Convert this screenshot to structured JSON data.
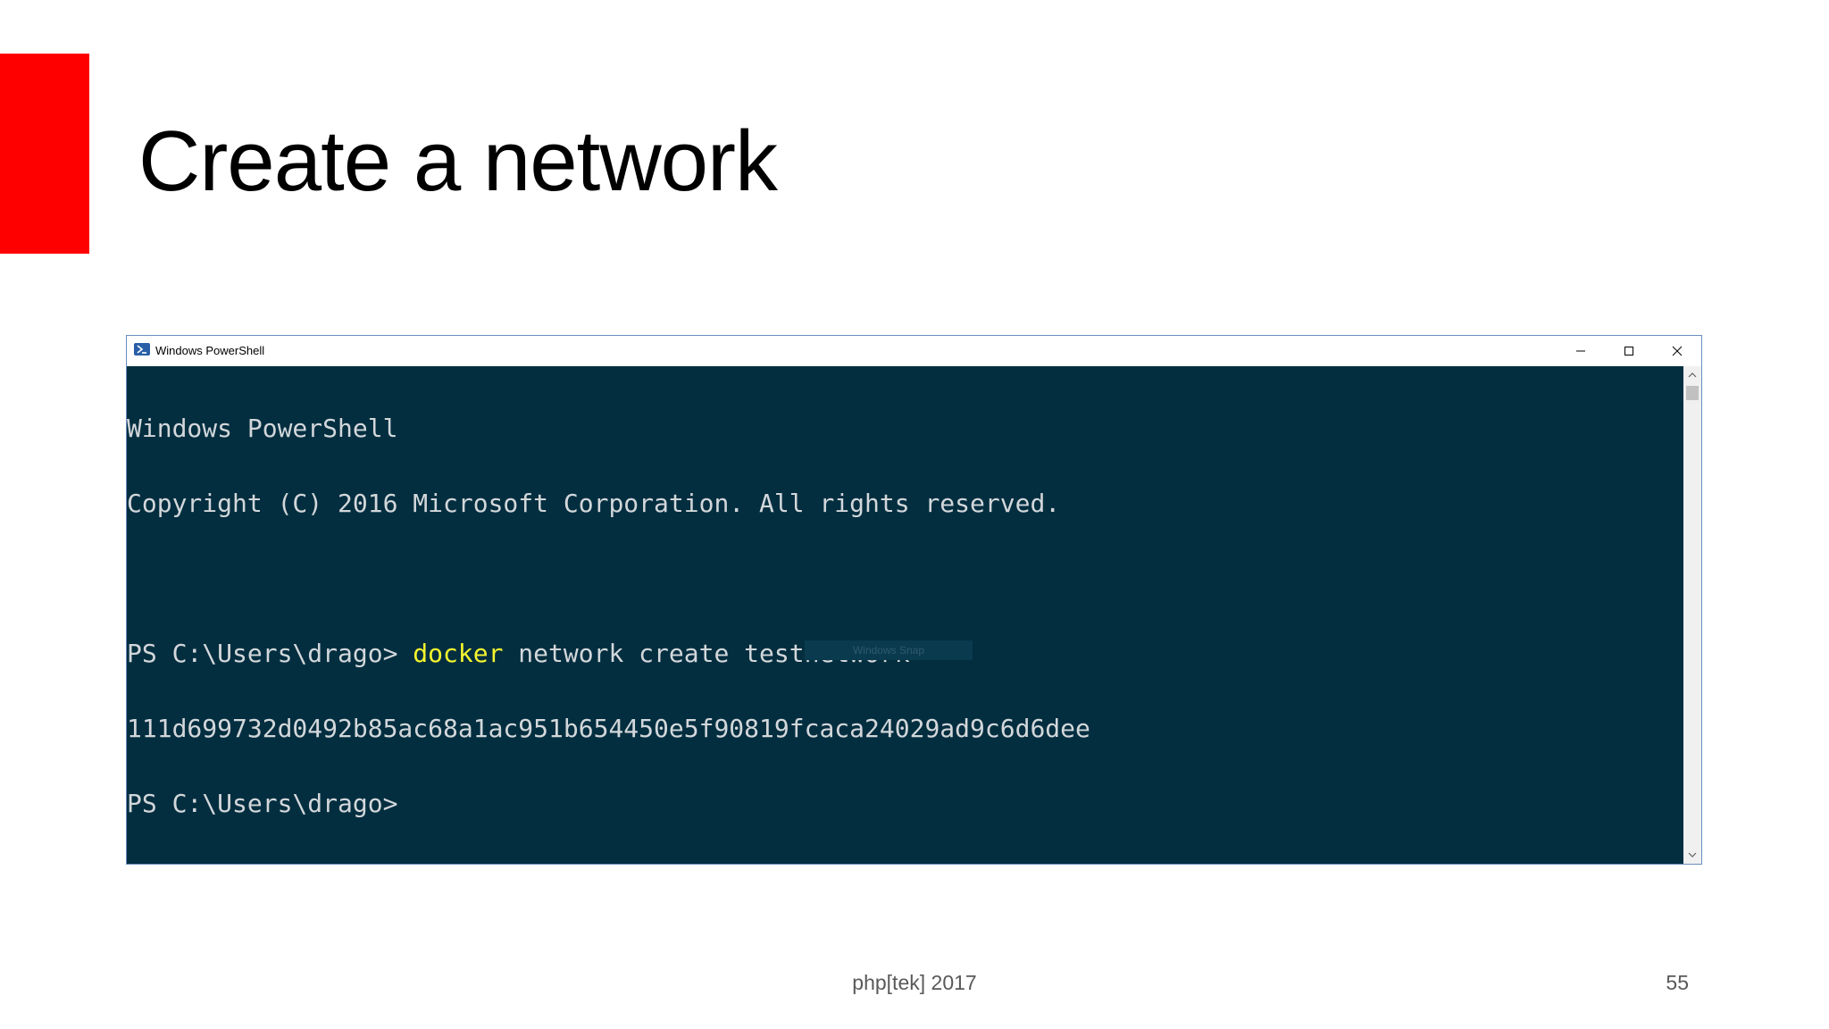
{
  "slide": {
    "title": "Create a network",
    "footer": "php[tek] 2017",
    "page_number": "55",
    "accent_color": "#ff0000"
  },
  "window": {
    "title": "Windows PowerShell",
    "icon": "powershell-icon",
    "controls": {
      "minimize_icon": "minimize-icon",
      "maximize_icon": "maximize-icon",
      "close_icon": "close-icon"
    },
    "console_bg": "#022e40"
  },
  "console": {
    "line1": "Windows PowerShell",
    "line2": "Copyright (C) 2016 Microsoft Corporation. All rights reserved.",
    "line3": "",
    "prompt1": "PS C:\\Users\\drago> ",
    "command_keyword": "docker",
    "command_args": " network create testnetwork",
    "line5": "111d699732d0492b85ac68a1ac951b654450e5f90819fcaca24029ad9c6d6dee",
    "prompt2": "PS C:\\Users\\drago>",
    "keyword_color": "#f6f62d",
    "text_color": "#d3d7da"
  },
  "overlay": {
    "snap_hint": "Windows Snap"
  }
}
